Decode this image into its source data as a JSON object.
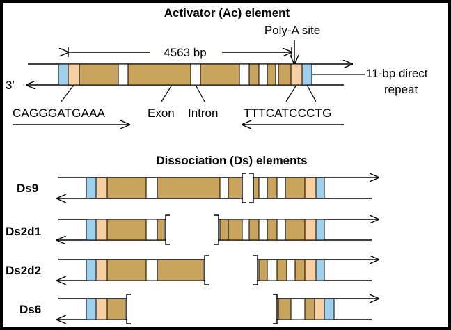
{
  "colors": {
    "exon": "#c8a45e",
    "utr": "#f7cfa2",
    "repeat": "#9fd0ee",
    "intron": "#ffffff",
    "line": "#000000",
    "frame": "#000000",
    "background": "#ffffff"
  },
  "ac": {
    "title": "Activator (Ac) element",
    "length_label": "4563 bp",
    "polya_label": "Poly-A site",
    "end_label": "3′",
    "repeat_label_line1": "11-bp direct",
    "repeat_label_line2": "repeat",
    "left_seq": "CAGGGATGAAA",
    "right_seq": "TTTCATCCCTG",
    "exon_label": "Exon",
    "intron_label": "Intron"
  },
  "ds": {
    "title": "Dissociation (Ds) elements",
    "elements": [
      {
        "name": "Ds9"
      },
      {
        "name": "Ds2d1"
      },
      {
        "name": "Ds2d2"
      },
      {
        "name": "Ds6"
      }
    ]
  }
}
